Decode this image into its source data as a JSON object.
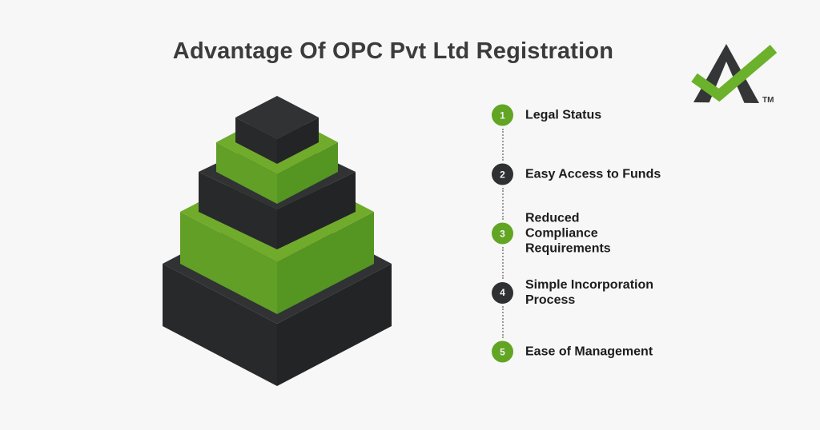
{
  "page": {
    "title": "Advantage Of OPC Pvt Ltd Registration",
    "background": "#f7f7f7"
  },
  "logo": {
    "name": "A-mark with green checkmark",
    "trademark": "TM",
    "mark_color": "#333537",
    "check_color": "#6cb12b"
  },
  "advantages": [
    {
      "number": "1",
      "label": "Legal Status",
      "accent": "green"
    },
    {
      "number": "2",
      "label": "Easy Access to Funds",
      "accent": "dark"
    },
    {
      "number": "3",
      "label": "Reduced\nCompliance\nRequirements",
      "accent": "green"
    },
    {
      "number": "4",
      "label": "Simple Incorporation\nProcess",
      "accent": "dark"
    },
    {
      "number": "5",
      "label": "Ease of Management",
      "accent": "green"
    }
  ],
  "pyramid": {
    "layers_top_to_bottom": [
      "dark",
      "green",
      "dark",
      "green",
      "dark"
    ],
    "colors": {
      "green_top": "#70ab2c",
      "green_left": "#619f26",
      "green_right": "#559522",
      "dark_top": "#303234",
      "dark_left": "#28292b",
      "dark_right": "#222426"
    }
  },
  "colors": {
    "accent_green": "#61a523",
    "accent_dark": "#2e3032",
    "title_text": "#3b3b3b",
    "item_text": "#1c1c1c",
    "number_text": "#f2f2f2",
    "connector": "#9b9b9b"
  }
}
